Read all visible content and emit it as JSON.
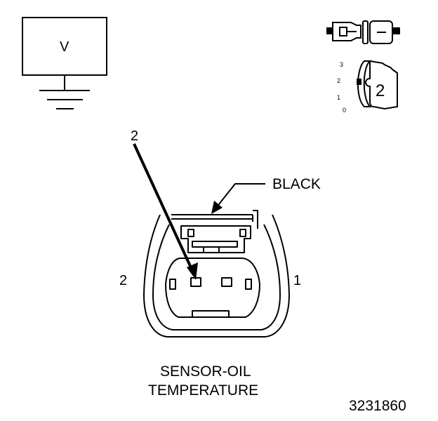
{
  "meter": {
    "symbol": "V"
  },
  "pin_view": {
    "scale_labels": [
      "3",
      "2",
      "1",
      "0"
    ],
    "selected_pin": "2"
  },
  "connector": {
    "color_label": "BLACK",
    "callout_pin": "2",
    "side_label_left": "2",
    "side_label_right": "1",
    "name_line1": "SENSOR-OIL",
    "name_line2": "TEMPERATURE"
  },
  "figure_number": "3231860"
}
